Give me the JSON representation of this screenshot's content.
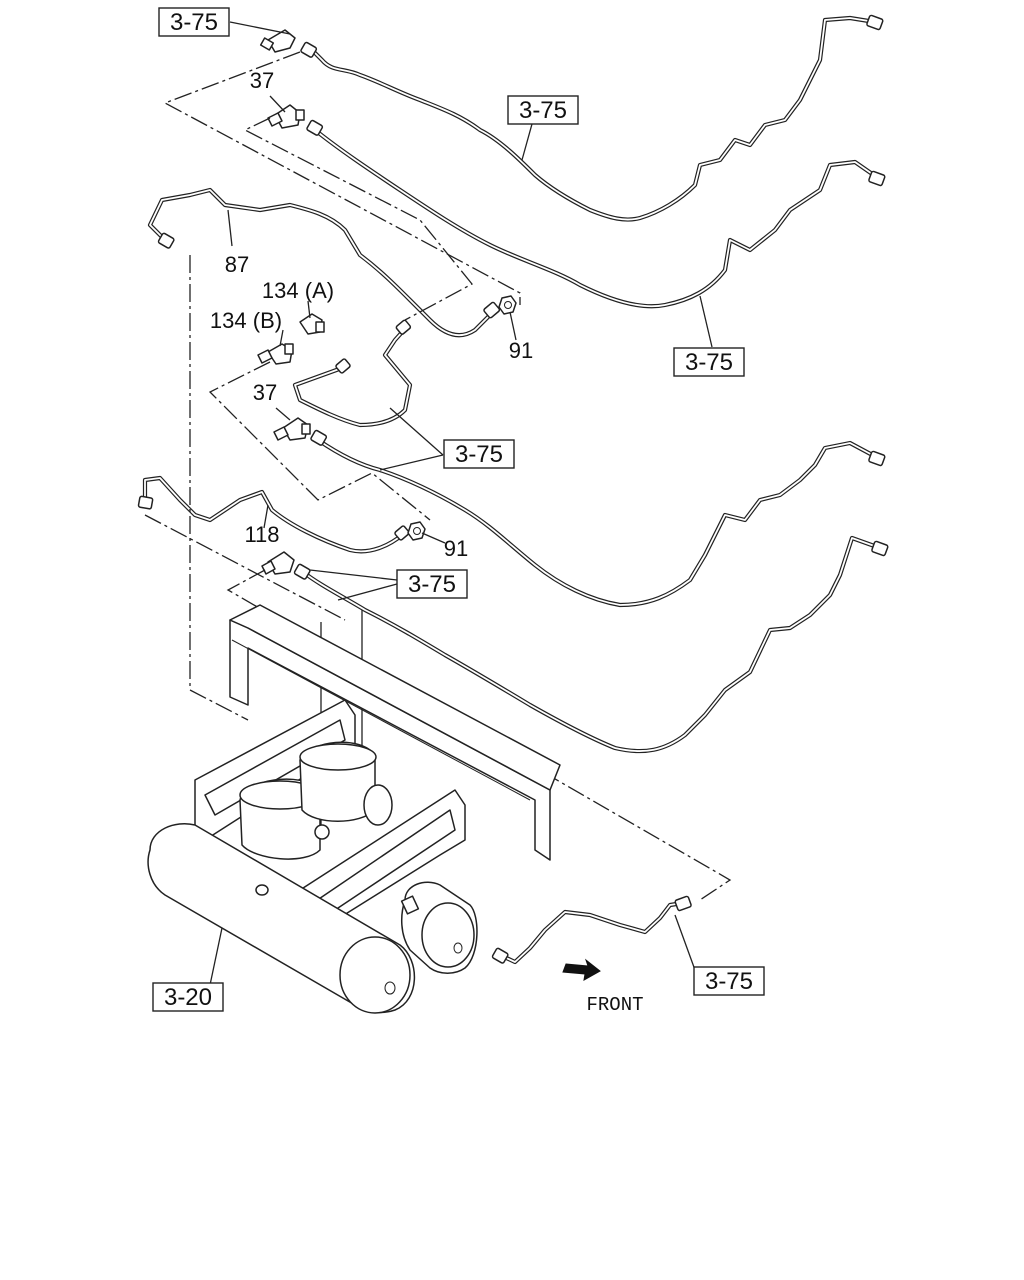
{
  "diagram": {
    "labels": {
      "ref_top_left": "3-75",
      "ref_top_mid": "3-75",
      "ref_mid_right": "3-75",
      "ref_center": "3-75",
      "ref_lower_center": "3-75",
      "ref_bottom_right": "3-75",
      "ref_tank": "3-20",
      "part_37_upper": "37",
      "part_87": "87",
      "part_134a": "134 (A)",
      "part_134b": "134 (B)",
      "part_91_upper": "91",
      "part_37_lower": "37",
      "part_118": "118",
      "part_91_lower": "91",
      "front": "FRONT"
    }
  }
}
